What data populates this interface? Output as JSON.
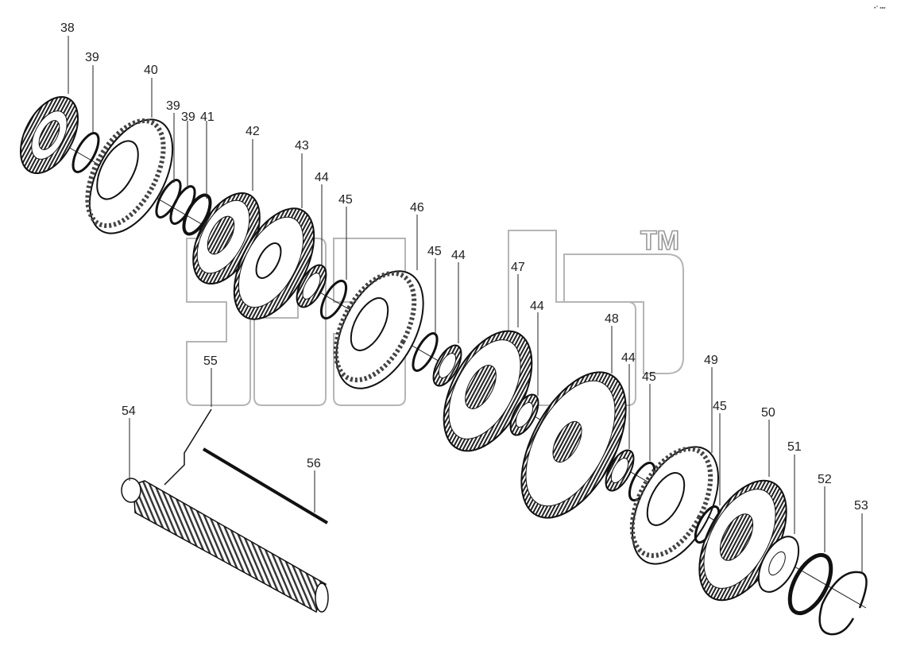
{
  "watermark": {
    "trademark": "TM"
  },
  "corner_mark": "•° ▪▪▪",
  "callouts": [
    {
      "id": "c38a",
      "label": "38"
    },
    {
      "id": "c39a",
      "label": "39"
    },
    {
      "id": "c40",
      "label": "40"
    },
    {
      "id": "c39b",
      "label": "39"
    },
    {
      "id": "c39c",
      "label": "39"
    },
    {
      "id": "c41",
      "label": "41"
    },
    {
      "id": "c42",
      "label": "42"
    },
    {
      "id": "c43",
      "label": "43"
    },
    {
      "id": "c44a",
      "label": "44"
    },
    {
      "id": "c45a",
      "label": "45"
    },
    {
      "id": "c46",
      "label": "46"
    },
    {
      "id": "c45b",
      "label": "45"
    },
    {
      "id": "c44b",
      "label": "44"
    },
    {
      "id": "c47",
      "label": "47"
    },
    {
      "id": "c44c",
      "label": "44"
    },
    {
      "id": "c48",
      "label": "48"
    },
    {
      "id": "c44d",
      "label": "44"
    },
    {
      "id": "c45c",
      "label": "45"
    },
    {
      "id": "c49",
      "label": "49"
    },
    {
      "id": "c45d",
      "label": "45"
    },
    {
      "id": "c50",
      "label": "50"
    },
    {
      "id": "c51",
      "label": "51"
    },
    {
      "id": "c52",
      "label": "52"
    },
    {
      "id": "c53",
      "label": "53"
    },
    {
      "id": "c55",
      "label": "55"
    },
    {
      "id": "c54",
      "label": "54"
    },
    {
      "id": "c56",
      "label": "56"
    }
  ]
}
